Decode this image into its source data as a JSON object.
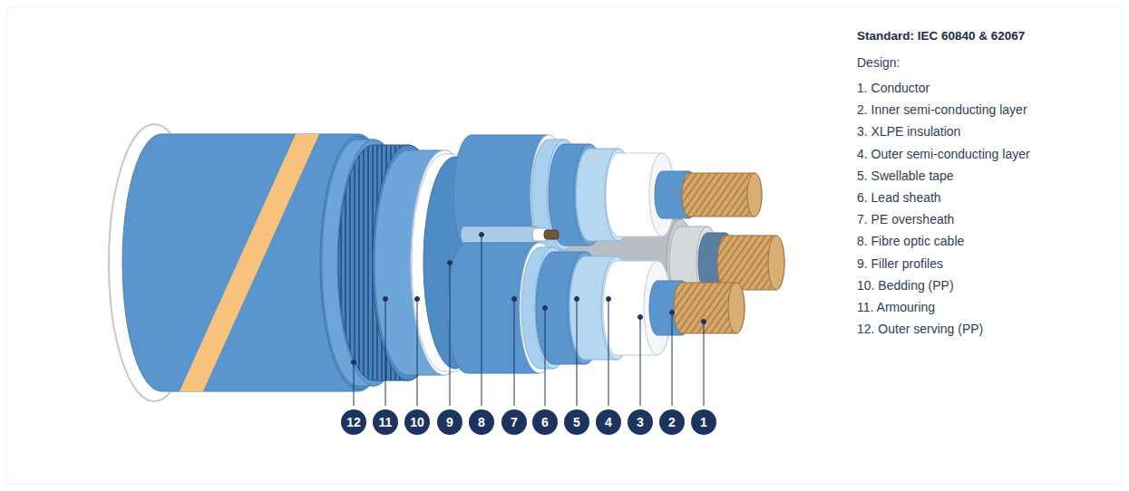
{
  "diagram": {
    "title": "Standard: IEC 60840 & 62067",
    "labels": [
      "Design:",
      "1. Conductor",
      "2. Inner semi-conducting layer",
      "3. XLPE insulation",
      "4. Outer semi-conducting layer",
      "5. Swellable tape",
      "6. Lead sheath",
      "7. PE oversheath",
      "8. Fibre optic cable",
      "9. Filler profiles",
      "10. Bedding (PP)",
      "11. Armouring",
      "12. Outer serving (PP)",
      "12",
      "11",
      "10",
      "9",
      "8",
      "7",
      "6",
      "5",
      "4",
      "3",
      "2",
      "1"
    ]
  }
}
